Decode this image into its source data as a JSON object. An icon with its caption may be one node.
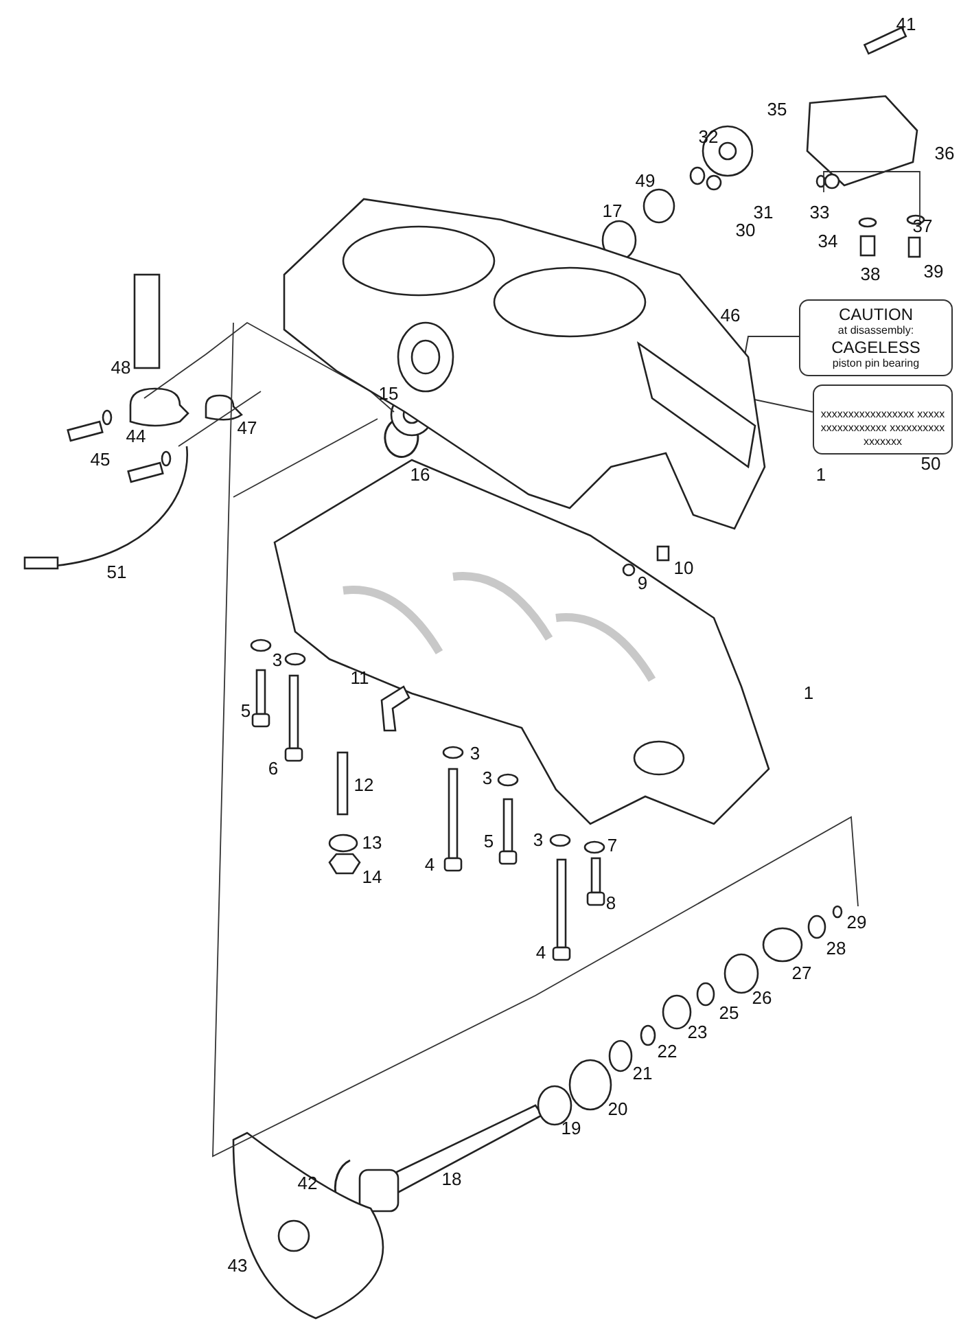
{
  "diagram": {
    "nodes": [
      {
        "text": [
          "CAUTION",
          "at disassembly:",
          "CAGELESS",
          "piston pin bearing"
        ]
      },
      {
        "text": [
          "xxxxxxxxxxxxxxxxx xxxxxxxxxxxxxxxxx xxxxxxxxxxxxxxxxx"
        ],
        "beside": [
          "50"
        ]
      },
      {
        "text": [],
        "shape": "picture"
      }
    ],
    "edges": [
      {
        "from": 0,
        "to": 2,
        "arrow": "none"
      },
      {
        "from": 1,
        "to": 2,
        "arrow": "none"
      }
    ],
    "labels": [
      "41",
      "35",
      "36",
      "32",
      "49",
      "31",
      "33",
      "37",
      "30",
      "17",
      "34",
      "39",
      "38",
      "46",
      "48",
      "15",
      "47",
      "44",
      "16",
      "45",
      "1",
      "10",
      "51",
      "9",
      "3",
      "1",
      "11",
      "5",
      "3",
      "6",
      "3",
      "12",
      "3",
      "13",
      "5",
      "7",
      "14",
      "4",
      "8",
      "29",
      "28",
      "4",
      "27",
      "26",
      "25",
      "23",
      "22",
      "21",
      "20",
      "19",
      "42",
      "18",
      "43"
    ]
  }
}
